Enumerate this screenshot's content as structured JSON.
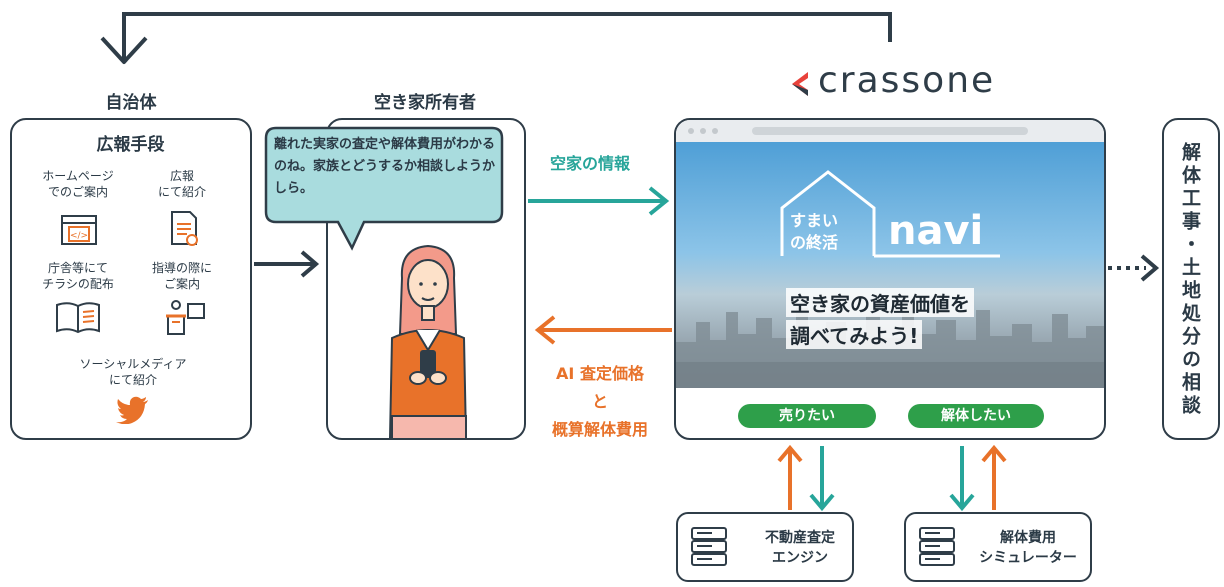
{
  "municipality": {
    "heading": "自治体",
    "box_title": "広報手段",
    "items": [
      {
        "label": "ホームページ\nでのご案内",
        "icon": "web-code-icon"
      },
      {
        "label": "広報\nにて紹介",
        "icon": "document-icon"
      },
      {
        "label": "庁舎等にて\nチラシの配布",
        "icon": "open-book-icon"
      },
      {
        "label": "指導の際に\nご案内",
        "icon": "podium-icon"
      },
      {
        "label": "ソーシャルメディア\nにて紹介",
        "icon": "twitter-bird-icon"
      }
    ]
  },
  "owner": {
    "heading": "空き家所有者",
    "speech": "離れた実家の査定や解体費用がわかるのね。家族とどうするか相談しようかしら。"
  },
  "arrows": {
    "info_label": "空家の情報",
    "return_label_1": "AI 査定価格",
    "return_label_2": "と",
    "return_label_3": "概算解体費用"
  },
  "brand": {
    "name": "crassone"
  },
  "site": {
    "logo_left": "すまい\nの終活",
    "logo_right": "navi",
    "headline_1": "空き家の資産価値を",
    "headline_2": "調べてみよう!",
    "button_sell": "売りたい",
    "button_demolish": "解体したい"
  },
  "engines": [
    {
      "label": "不動産査定\nエンジン"
    },
    {
      "label": "解体費用\nシミュレーター"
    }
  ],
  "consult": {
    "label": "解体工事・土地処分の相談"
  },
  "colors": {
    "teal": "#27a59a",
    "orange": "#e8722a",
    "dark": "#2f3d48",
    "green": "#2e9f4a",
    "brand_red": "#e8423b"
  }
}
